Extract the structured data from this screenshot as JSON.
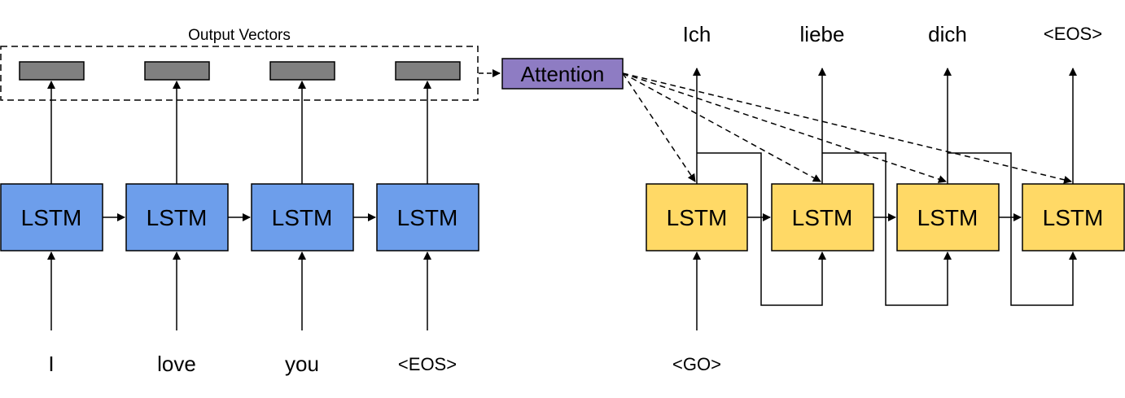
{
  "output_vectors_label": "Output Vectors",
  "attention_label": "Attention",
  "encoder": {
    "cell_label": "LSTM",
    "cells": [
      "LSTM",
      "LSTM",
      "LSTM",
      "LSTM"
    ],
    "inputs": [
      "I",
      "love",
      "you",
      "<EOS>"
    ]
  },
  "decoder": {
    "cell_label": "LSTM",
    "cells": [
      "LSTM",
      "LSTM",
      "LSTM",
      "LSTM"
    ],
    "input": "<GO>",
    "outputs": [
      "Ich",
      "liebe",
      "dich",
      "<EOS>"
    ]
  },
  "colors": {
    "encoder_fill": "#6d9eeb",
    "decoder_fill": "#ffd966",
    "attention_fill": "#8e7cc3",
    "vector_fill": "#808080",
    "stroke": "#000000"
  }
}
